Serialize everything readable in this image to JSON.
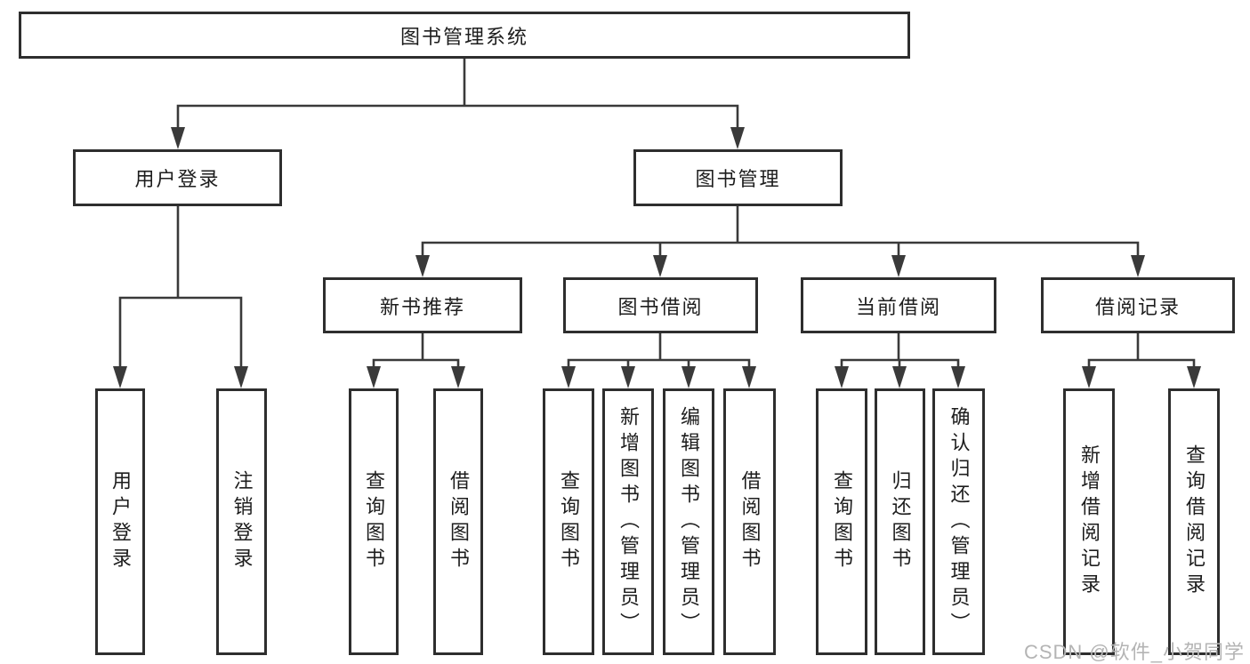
{
  "title": "图书管理系统",
  "watermark": {
    "text": "CSDN @软件_小贺同学"
  },
  "colors": {
    "line": "#3a3a3a",
    "box_border": "#2e2e2e",
    "text": "#1d1d1d",
    "watermark": "#b4b4b4",
    "background": "#ffffff"
  },
  "nodes": {
    "root": {
      "label": "图书管理系统"
    },
    "branches": [
      {
        "label": "用户登录",
        "children": [
          {
            "label": "用户登录"
          },
          {
            "label": "注销登录"
          }
        ]
      },
      {
        "label": "图书管理",
        "children": [
          {
            "label": "新书推荐",
            "children": [
              {
                "label": "查询图书"
              },
              {
                "label": "借阅图书"
              }
            ]
          },
          {
            "label": "图书借阅",
            "children": [
              {
                "label": "查询图书"
              },
              {
                "label": "新增图书（管理员）"
              },
              {
                "label": "编辑图书（管理员）"
              },
              {
                "label": "借阅图书"
              }
            ]
          },
          {
            "label": "当前借阅",
            "children": [
              {
                "label": "查询图书"
              },
              {
                "label": "归还图书"
              },
              {
                "label": "确认归还（管理员）"
              }
            ]
          },
          {
            "label": "借阅记录",
            "children": [
              {
                "label": "新增借阅记录"
              },
              {
                "label": "查询借阅记录"
              }
            ]
          }
        ]
      }
    ]
  }
}
